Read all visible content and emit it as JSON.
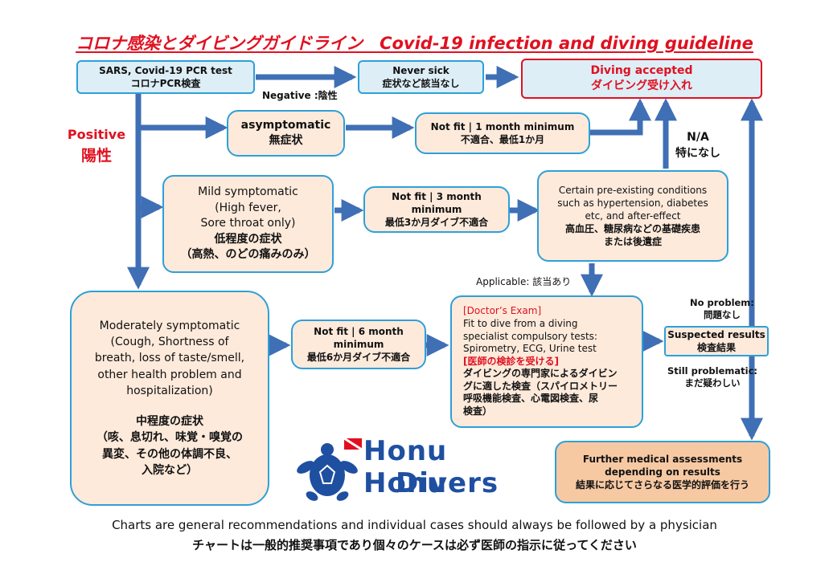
{
  "title": "コロナ感染とダイビングガイドライン　Covid-19 infection and diving guideline",
  "pcr": {
    "en": "SARS, Covid-19 PCR test",
    "ja": "コロナPCR検査"
  },
  "negative_label": "Negative :陰性",
  "never_sick": {
    "en": "Never sick",
    "ja": "症状など該当なし"
  },
  "diving_accepted": {
    "en": "Diving accepted",
    "ja": "ダイビング受け入れ"
  },
  "positive": {
    "en": "Positive",
    "ja": "陽性"
  },
  "asymptomatic": {
    "en": "asymptomatic",
    "ja": "無症状"
  },
  "nf1": {
    "en": "Not fit | 1 month minimum",
    "ja": "不適合、最低1か月"
  },
  "na": {
    "en": "N/A",
    "ja": "特になし"
  },
  "mild": {
    "l1": "Mild symptomatic",
    "l2": "(High fever,",
    "l3": "Sore throat only)",
    "ja1": "低程度の症状",
    "ja2": "（高熱、のどの痛みのみ）"
  },
  "nf3": {
    "en": "Not fit | 3 month minimum",
    "ja": "最低3か月ダイブ不適合"
  },
  "preexist": {
    "l1": "Certain pre-existing conditions",
    "l2": "such as hypertension, diabetes",
    "l3": "etc, and after-effect",
    "ja1": "高血圧、糖尿病などの基礎疾患",
    "ja2": "または後遺症"
  },
  "applicable": "Applicable: 該当あり",
  "moderate": {
    "l1": "Moderately symptomatic",
    "l2": "(Cough, Shortness of",
    "l3": "breath, loss of taste/smell,",
    "l4": "other health problem and",
    "l5": "hospitalization)",
    "ja1": "中程度の症状",
    "ja2": "（咳、息切れ、味覚・嗅覚の",
    "ja3": "異変、その他の体調不良、",
    "ja4": "入院など）"
  },
  "nf6": {
    "en": "Not fit | 6 month minimum",
    "ja": "最低6か月ダイブ不適合"
  },
  "exam": {
    "l1": "[Doctor’s Exam]",
    "l2": "Fit to dive from a diving",
    "l3": "specialist compulsory tests:",
    "l4": "Spirometry, ECG, Urine test",
    "l5": "[医師の検診を受ける]",
    "ja1": "ダイビングの専門家によるダイビン",
    "ja2": "グに適した検査（スパイロメトリー",
    "ja3": "呼吸機能検査、心電図検査、尿",
    "ja4": "検査）"
  },
  "no_problem": {
    "en": "No problem:",
    "ja": "問題なし"
  },
  "suspected": {
    "en": "Suspected results",
    "ja": "検査結果"
  },
  "still": {
    "en": "Still problematic:",
    "ja": "まだ疑わしい"
  },
  "further": {
    "l1": "Further medical assessments",
    "l2": "depending on results",
    "ja": "結果に応じてさらなる医学的評価を行う"
  },
  "logo": {
    "l1": "Honu Honu",
    "l2": "Divers"
  },
  "footer": {
    "en": "Charts are general recommendations and individual cases should always be followed by a physician",
    "ja": "チャートは一般的推奨事項であり個々のケースは必ず医師の指示に従ってください"
  },
  "colors": {
    "arrow": "#3f6fb5",
    "border": "#2ea0d8",
    "red": "#e01020",
    "box": "#fdeadb",
    "blue_box": "#ddeef7",
    "further_box": "#f7c9a3"
  }
}
